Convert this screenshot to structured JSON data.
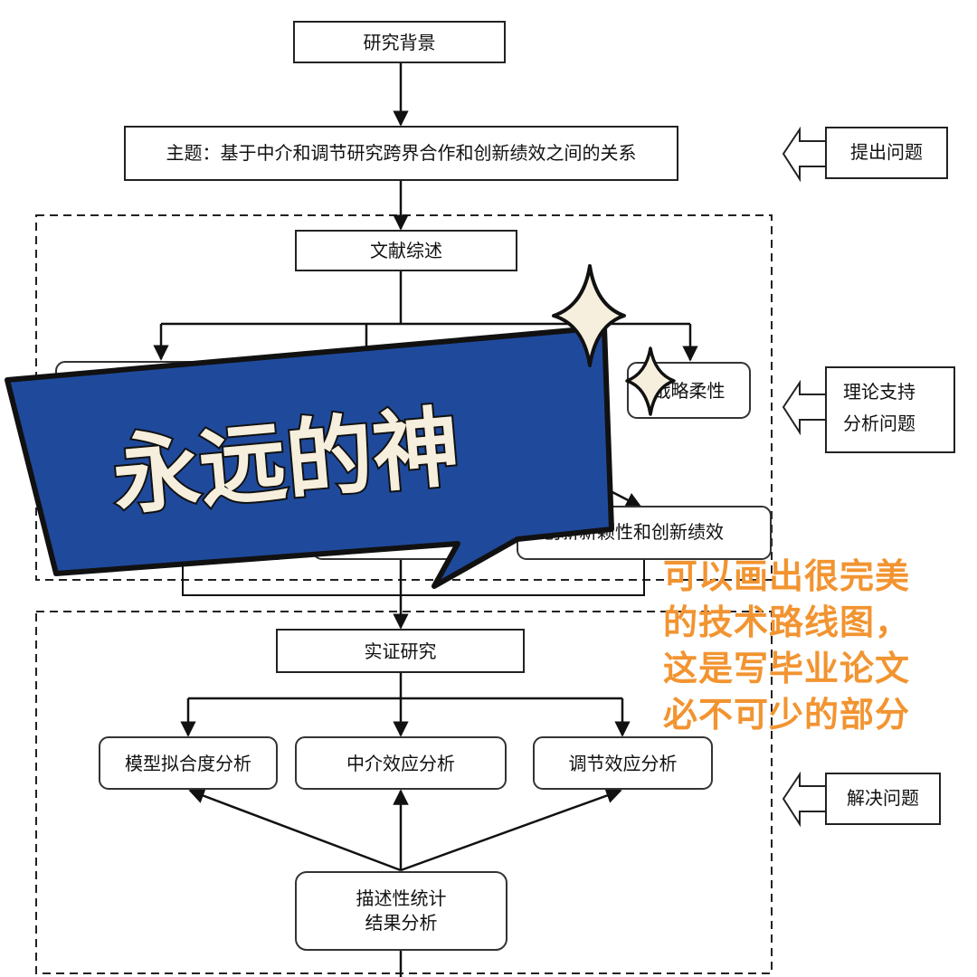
{
  "diagram": {
    "nodes": {
      "background": "研究背景",
      "theme": "主题：基于中介和调节研究跨界合作和创新绩效之间的关系",
      "literature": "文献综述",
      "strategic_flexibility": "战略柔性",
      "innovation_novelty": "创新新颖性和创新绩效",
      "empirical": "实证研究",
      "model_fit": "模型拟合度分析",
      "mediation": "中介效应分析",
      "moderation": "调节效应分析",
      "descriptive_line1": "描述性统计",
      "descriptive_line2": "结果分析"
    },
    "side_labels": {
      "raise": "提出问题",
      "theory_line1": "理论支持",
      "theory_line2": "分析问题",
      "solve": "解决问题"
    }
  },
  "overlay": {
    "banner_title": "永远的神",
    "caption": "可以画出很完美\n的技术路线图，\n这是写毕业论文\n必不可少的部分",
    "colors": {
      "banner": "#1f4a9c",
      "banner_text": "#f6efdd",
      "caption": "#f29431",
      "sparkle": "#f6efdd"
    }
  }
}
